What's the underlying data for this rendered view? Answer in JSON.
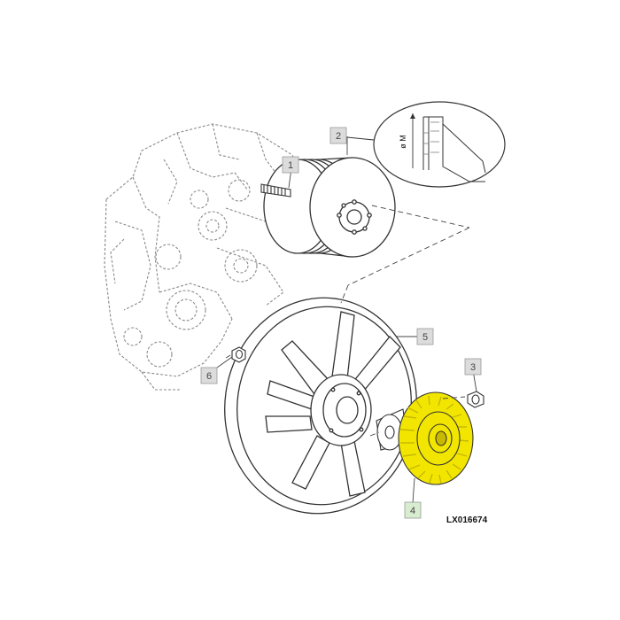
{
  "callouts": [
    {
      "label": "1"
    },
    {
      "label": "2"
    },
    {
      "label": "3"
    },
    {
      "label": "4"
    },
    {
      "label": "5"
    },
    {
      "label": "6"
    }
  ],
  "inset": {
    "dimension_label": "ø M"
  },
  "reference_code": "LX016674",
  "colors": {
    "highlight": "#f2e600",
    "highlight_dark": "#c7b800",
    "line": "#333333",
    "engine_line": "#8a8a8a",
    "callout_box": "#dcdcdc",
    "callout_box_active": "#d8ecd0"
  }
}
